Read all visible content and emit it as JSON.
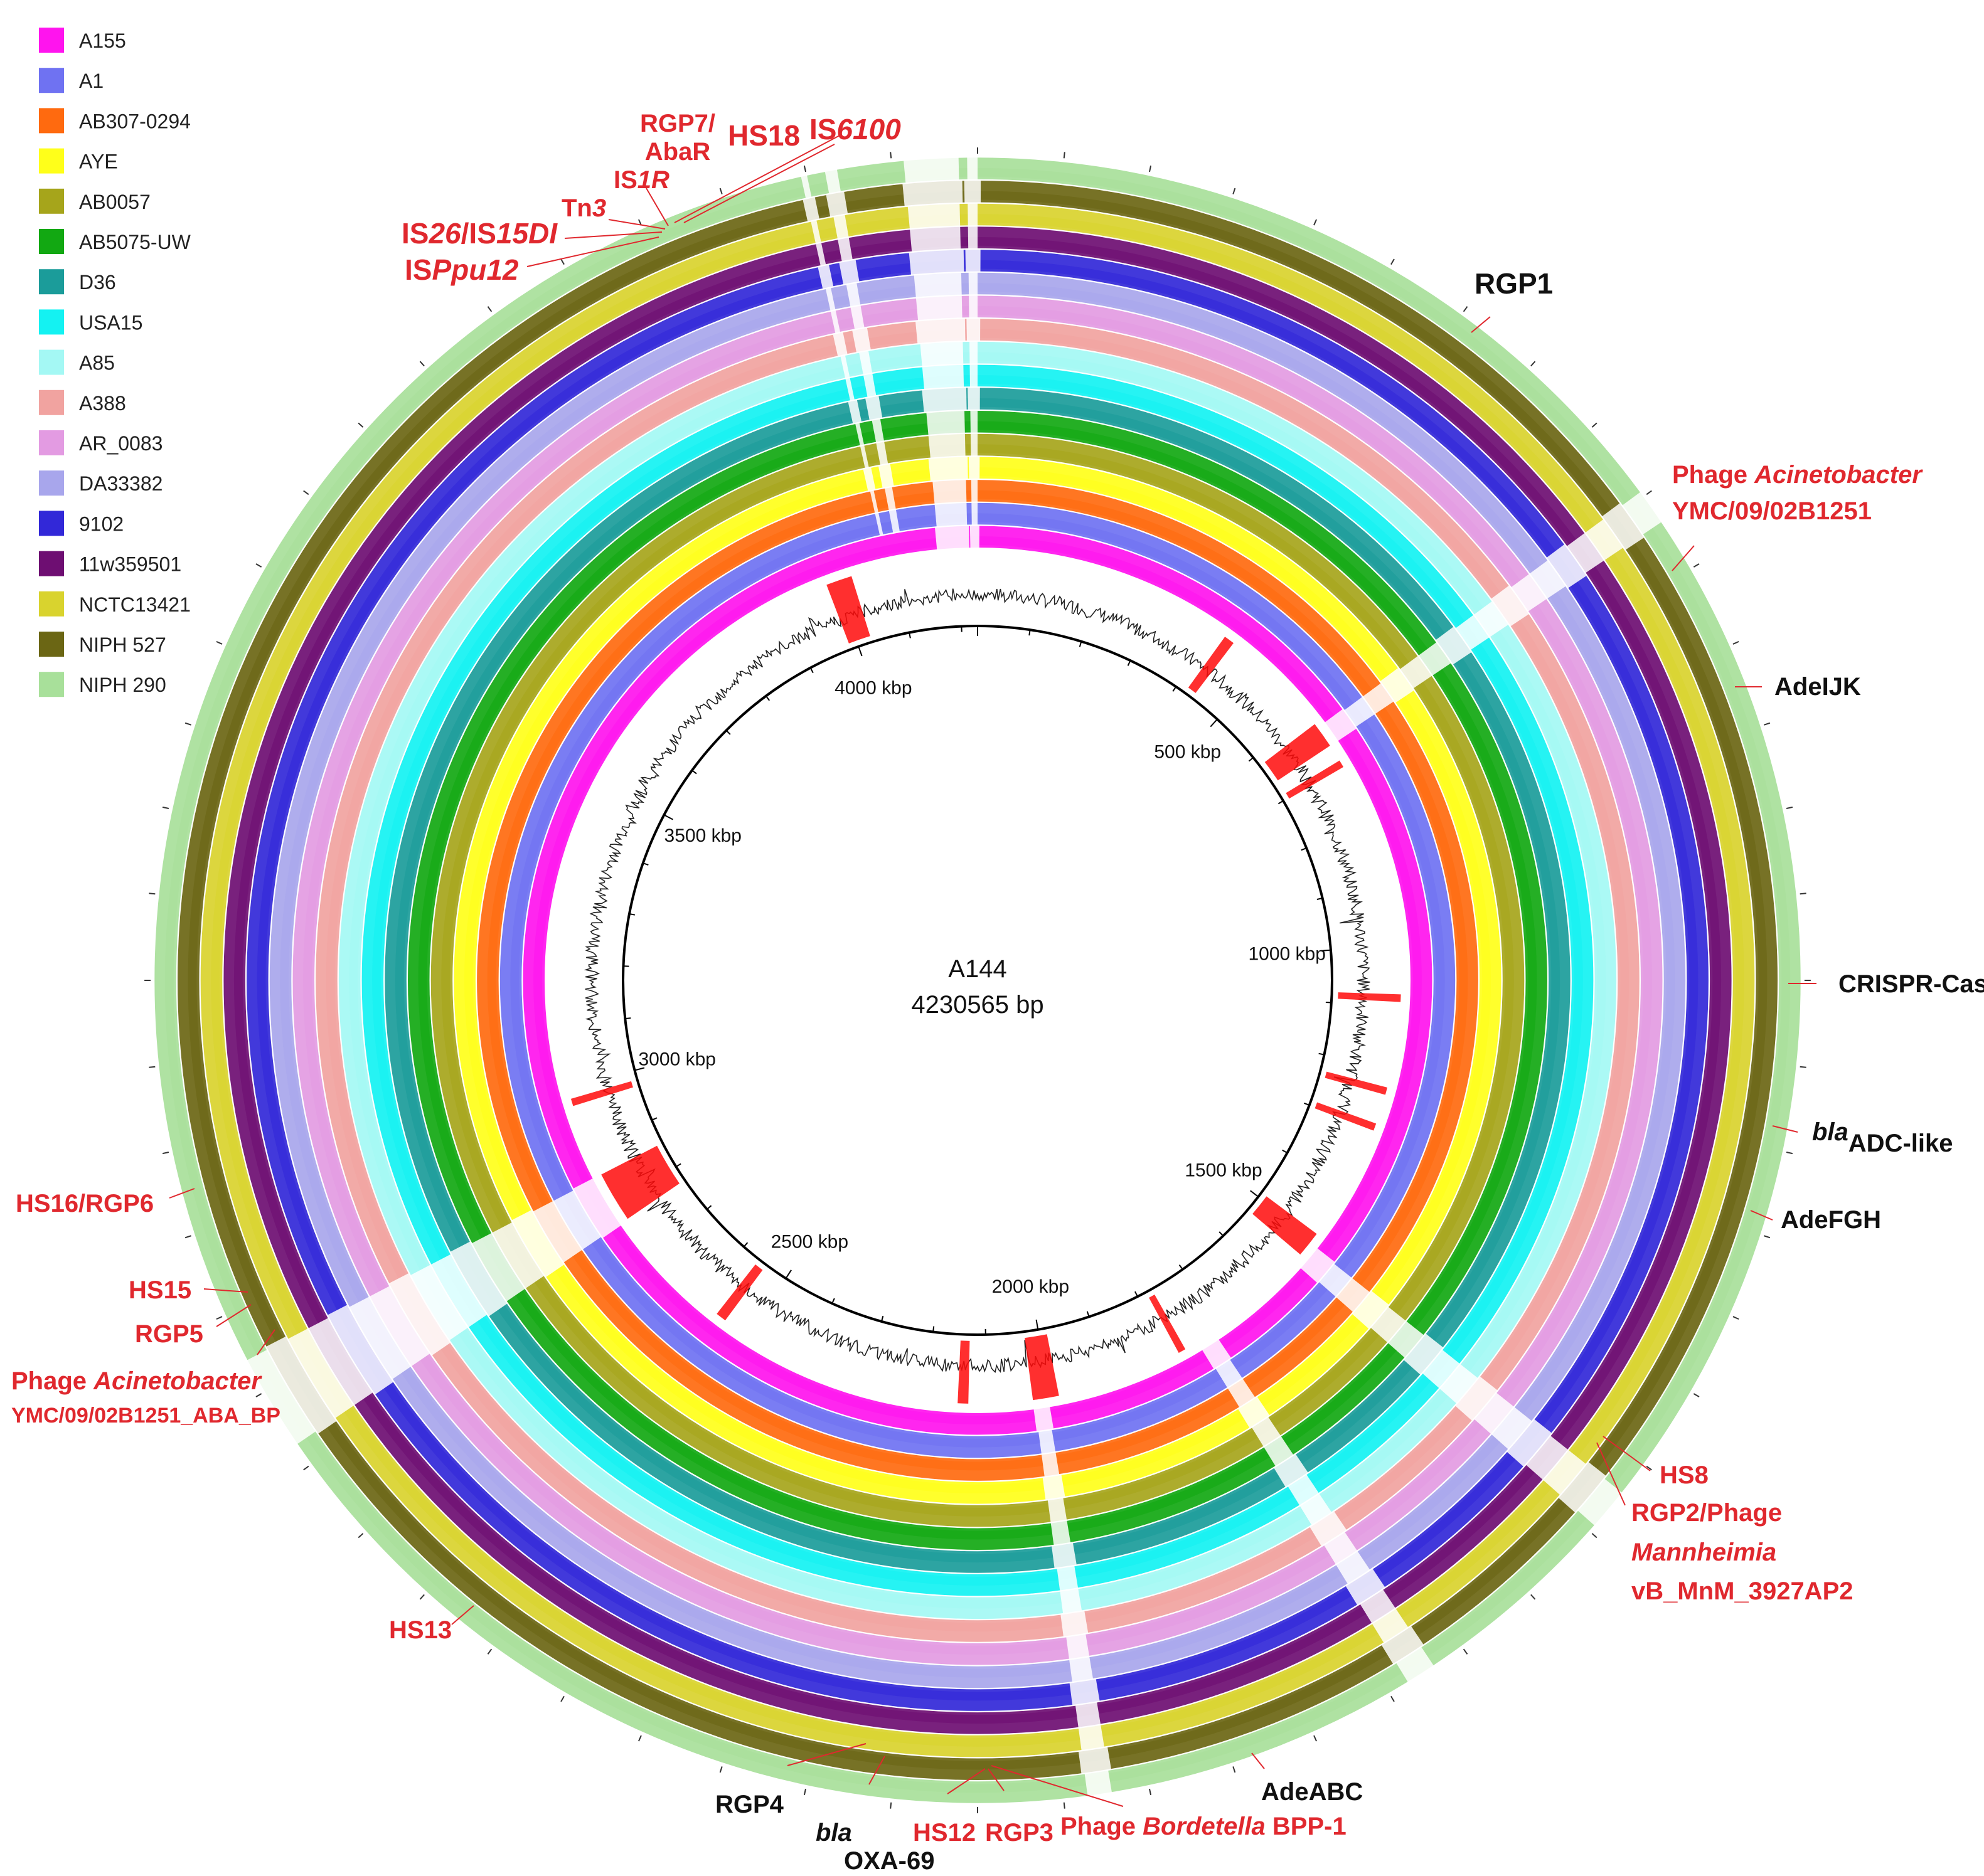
{
  "legend": [
    {
      "name": "A155",
      "color": "#ff14ee"
    },
    {
      "name": "A1",
      "color": "#6f72f2"
    },
    {
      "name": "AB307-0294",
      "color": "#ff6a0f"
    },
    {
      "name": "AYE",
      "color": "#ffff1a"
    },
    {
      "name": "AB0057",
      "color": "#a6a51b"
    },
    {
      "name": "AB5075-UW",
      "color": "#12a812"
    },
    {
      "name": "D36",
      "color": "#1b9c9a"
    },
    {
      "name": "USA15",
      "color": "#14f2f2"
    },
    {
      "name": "A85",
      "color": "#a4f8f4"
    },
    {
      "name": "A388",
      "color": "#f1a3a0"
    },
    {
      "name": "AR_0083",
      "color": "#e39be2"
    },
    {
      "name": "DA33382",
      "color": "#a8a6ec"
    },
    {
      "name": "9102",
      "color": "#3228d8"
    },
    {
      "name": "11w359501",
      "color": "#6e0e72"
    },
    {
      "name": "NCTC13421",
      "color": "#d9d32e"
    },
    {
      "name": "NIPH 527",
      "color": "#6b6614"
    },
    {
      "name": "NIPH 290",
      "color": "#a8e09a"
    }
  ],
  "center": {
    "name": "A144",
    "size": "4230565 bp"
  },
  "genome_length_bp": 4230565,
  "ticks": [
    {
      "label": "500 kbp",
      "bp": 500000
    },
    {
      "label": "1000 kbp",
      "bp": 1000000
    },
    {
      "label": "1500 kbp",
      "bp": 1500000
    },
    {
      "label": "2000 kbp",
      "bp": 2000000
    },
    {
      "label": "2500 kbp",
      "bp": 2500000
    },
    {
      "label": "3000 kbp",
      "bp": 3000000
    },
    {
      "label": "3500 kbp",
      "bp": 3500000
    },
    {
      "label": "4000 kbp",
      "bp": 4000000
    }
  ],
  "red_regions_bp": [
    [
      3985000,
      4025000
    ],
    [
      420000,
      435000
    ],
    [
      620000,
      660000
    ],
    [
      690000,
      700000
    ],
    [
      1080000,
      1090000
    ],
    [
      1230000,
      1240000
    ],
    [
      1290000,
      1300000
    ],
    [
      1490000,
      1530000
    ],
    [
      1770000,
      1780000
    ],
    [
      1985000,
      2025000
    ],
    [
      2130000,
      2145000
    ],
    [
      2545000,
      2560000
    ],
    [
      2770000,
      2850000
    ],
    [
      2970000,
      2980000
    ]
  ],
  "gaps_bp": [
    [
      4222000,
      4230565
    ],
    [
      4170000,
      4215000
    ],
    [
      630000,
      660000
    ],
    [
      1510000,
      1545000
    ],
    [
      1720000,
      1745000
    ],
    [
      2005000,
      2025000
    ],
    [
      2770000,
      2850000
    ],
    [
      4105000,
      4115000
    ],
    [
      4085000,
      4090000
    ]
  ],
  "annotations": {
    "rgp7_line1": "RGP7/",
    "rgp7_line2": "AbaR",
    "hs18": "HS18",
    "is6100_prefix": "IS",
    "is6100_num": "6100",
    "is1r_prefix": "IS",
    "is1r_num": "1R",
    "tn3_prefix": "Tn",
    "tn3_num": "3",
    "is26_part1": "IS",
    "is26_part2": "26",
    "is26_part3": "/IS",
    "is26_part4": "15DI",
    "isppu_prefix": "IS",
    "isppu_ital": "Ppu12",
    "rgp1": "RGP1",
    "phage_top_word": "Phage ",
    "phage_top_ital": "Acinetobacter",
    "phage_top_line2": "YMC/09/02B1251",
    "adeijk": "AdeIJK",
    "crispr": "CRISPR-Cas",
    "bla_adc_ital": "bla",
    "bla_adc_sub": "ADC-like",
    "adefgh": "AdeFGH",
    "hs8": "HS8",
    "rgp2_line1": "RGP2/Phage",
    "rgp2_line2": "Mannheimia",
    "rgp2_line3": "vB_MnM_3927AP2",
    "adeabc": "AdeABC",
    "phage_bord_word": "Phage ",
    "phage_bord_ital": "Bordetella",
    "phage_bord_tail": " BPP-1",
    "rgp3": "RGP3",
    "hs12": "HS12",
    "bla_oxa_ital": "bla",
    "bla_oxa_sub": "OXA-69",
    "rgp4": "RGP4",
    "hs13": "HS13",
    "phage_left_word": "Phage ",
    "phage_left_ital": "Acinetobacter",
    "phage_left_line2": "YMC/09/02B1251_ABA_BP",
    "rgp5": "RGP5",
    "hs15": "HS15",
    "hs16": "HS16/RGP6"
  }
}
